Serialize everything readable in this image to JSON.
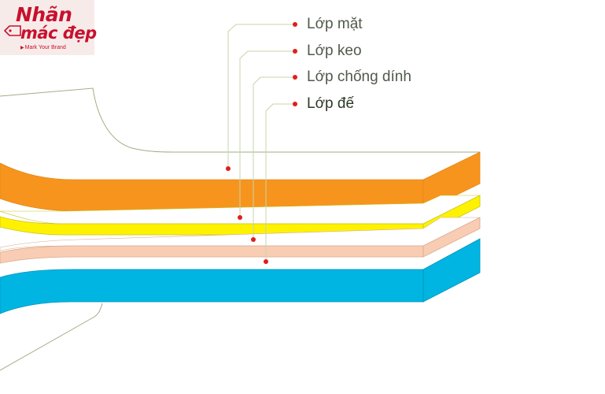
{
  "brand": {
    "name_line1": "Nhãn",
    "name_line2": "mác đẹp",
    "tagline": "Mark Your Brand",
    "color": "#c8102e"
  },
  "layers": [
    {
      "label": "Lớp mặt",
      "color": "#f7941d",
      "side_color": "#f7941d"
    },
    {
      "label": "Lớp keo",
      "color": "#fff200",
      "side_color": "#fff200"
    },
    {
      "label": "Lớp chống dính",
      "color": "#f9cdb3",
      "side_color": "#f9cdb3"
    },
    {
      "label": "Lớp đế",
      "color": "#00b5e2",
      "side_color": "#00b5e2"
    }
  ],
  "colors": {
    "leader_line": "#c8d4a8",
    "marker_dot": "#e01e1e",
    "outline": "#9fae86"
  }
}
